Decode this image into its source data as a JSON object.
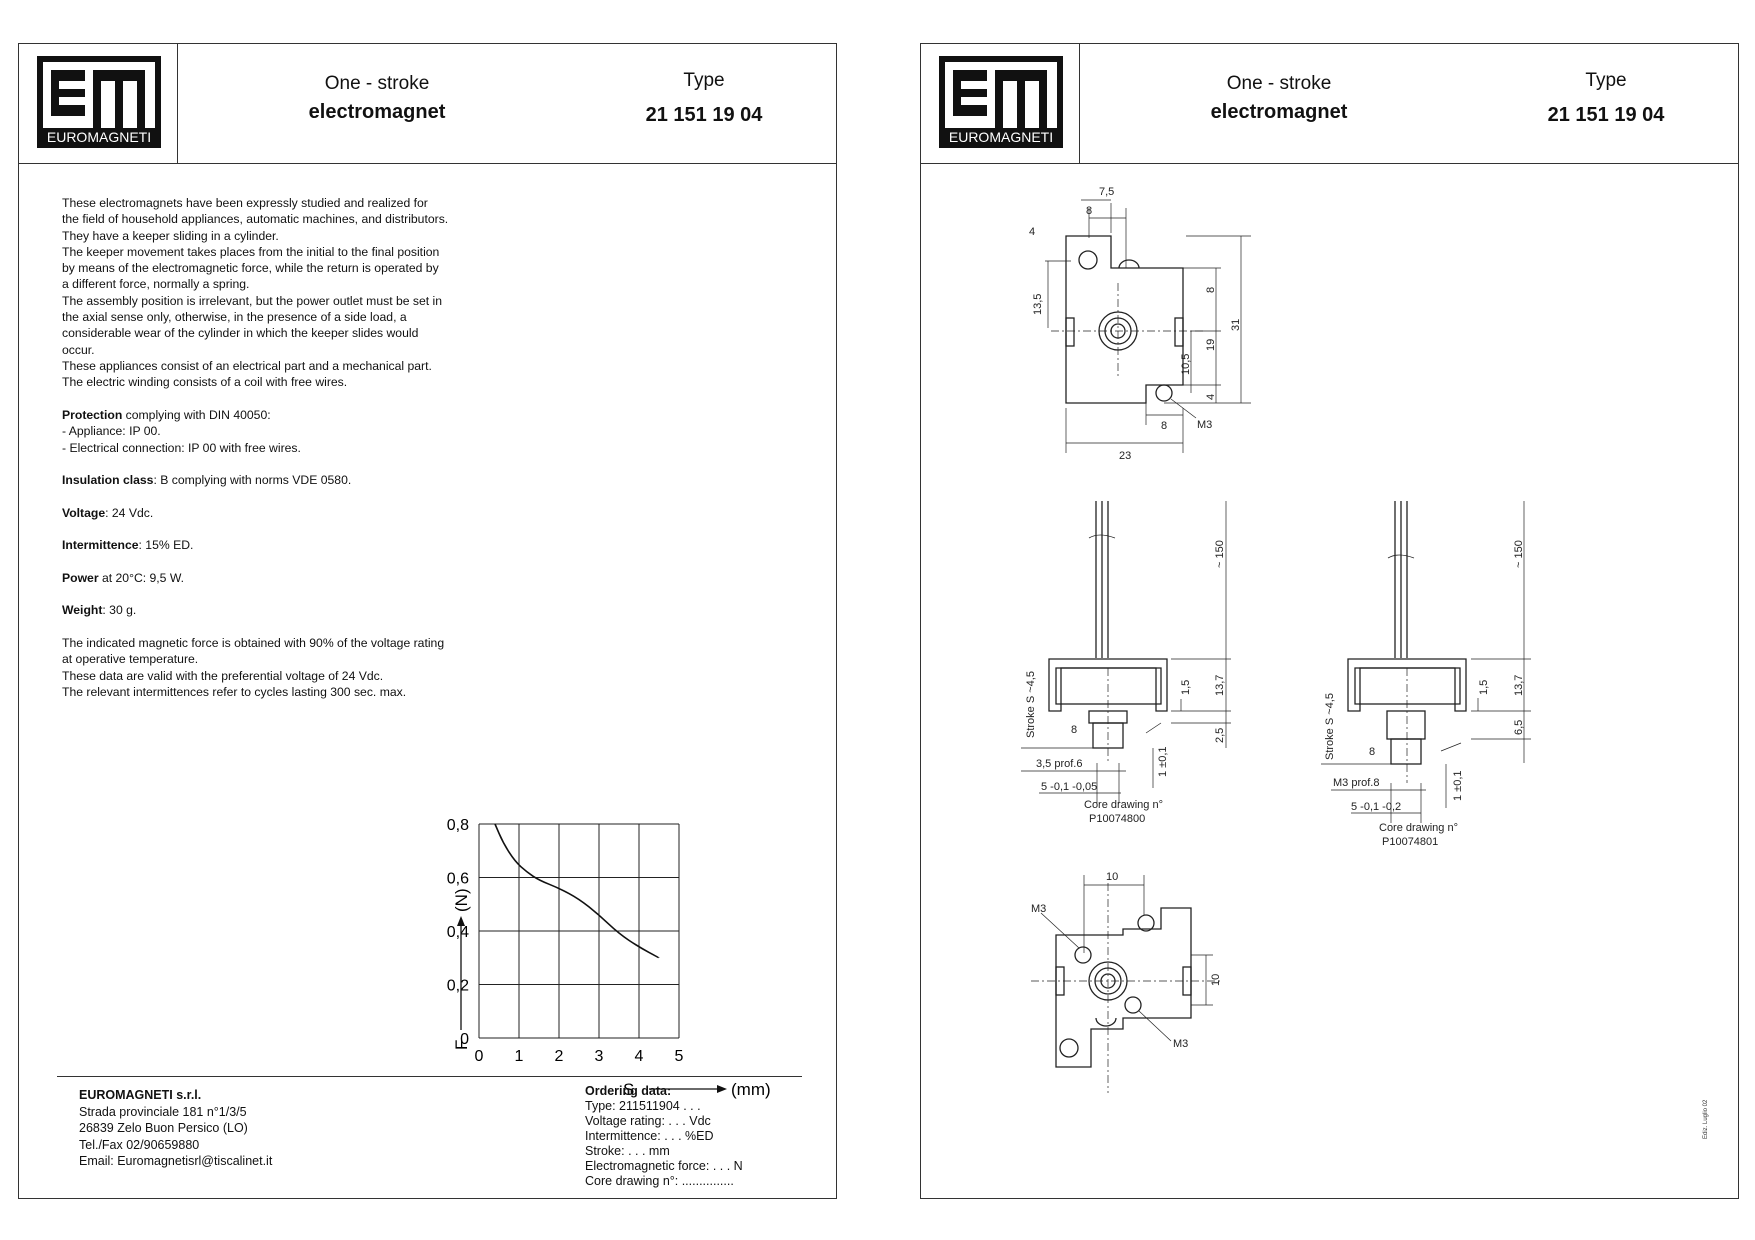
{
  "header": {
    "logo_text": "EUROMAGNETI",
    "title_line1": "One - stroke",
    "title_line2": "electromagnet",
    "type_label": "Type",
    "type_value": "21 151 19 04"
  },
  "description": [
    "These electromagnets have been expressly studied and realized for",
    "the field of household appliances, automatic machines, and distributors.",
    "They have a keeper sliding in a cylinder.",
    "The keeper movement takes places from the initial to the final position",
    "by means of the electromagnetic force, while the return is operated by",
    "a different force, normally a spring.",
    "The assembly position is irrelevant, but the power outlet must be set in",
    "the axial sense only, otherwise, in the presence of a side load, a",
    "considerable wear of the cylinder in which the keeper slides would",
    "occur.",
    "These appliances consist of an electrical part and a mechanical part.",
    "The electric winding consists of a coil with free wires."
  ],
  "specs": {
    "protection_label": "Protection",
    "protection_text": " complying with DIN 40050:",
    "protection_appliance": "- Appliance: IP 00.",
    "protection_connection": "- Electrical connection: IP 00 with free wires.",
    "insulation_label": "Insulation class",
    "insulation_text": ": B complying with norms VDE 0580.",
    "voltage_label": "Voltage",
    "voltage_text": ": 24 Vdc.",
    "intermittence_label": "Intermittence",
    "intermittence_text": ": 15% ED.",
    "power_label": "Power",
    "power_text": " at 20°C: 9,5 W.",
    "weight_label": "Weight",
    "weight_text": ": 30 g.",
    "notes": [
      "The indicated magnetic force is obtained with 90% of the voltage rating",
      "at operative temperature.",
      "These data are valid with the preferential voltage of 24 Vdc.",
      "The relevant intermittences refer to cycles lasting 300 sec. max."
    ]
  },
  "chart_data": {
    "type": "line",
    "ylabel": "F",
    "ylabel_unit": "(N)",
    "xlabel": "S",
    "xlabel_unit": "(mm)",
    "xlim": [
      0,
      5
    ],
    "ylim": [
      0,
      0.8
    ],
    "x_ticks": [
      "0",
      "1",
      "2",
      "3",
      "4",
      "5"
    ],
    "y_ticks": [
      "0",
      "0,2",
      "0,4",
      "0,6",
      "0,8"
    ],
    "grid": true,
    "series": [
      {
        "x": [
          0.4,
          0.6,
          0.9,
          1.2,
          1.5,
          2.0,
          2.5,
          3.0,
          3.5,
          4.0,
          4.5
        ],
        "y": [
          0.8,
          0.73,
          0.66,
          0.62,
          0.59,
          0.56,
          0.52,
          0.46,
          0.39,
          0.34,
          0.3
        ]
      }
    ]
  },
  "company": {
    "name": "EUROMAGNETI s.r.l.",
    "address1": "Strada provinciale 181 n°1/3/5",
    "address2": "26839 Zelo Buon Persico (LO)",
    "phone": "Tel./Fax 02/90659880",
    "email": "Email: Euromagnetisrl@tiscalinet.it"
  },
  "ordering": {
    "heading": "Ordering data:",
    "lines": [
      "Type: 211511904 . . .",
      "Voltage rating: . . . Vdc",
      "Intermittence: . . . %ED",
      "Stroke: . . . mm",
      "Electromagnetic force: . . . N",
      "Core drawing n°: ..............."
    ]
  },
  "drawing": {
    "top": {
      "dims": [
        "7,5",
        "8",
        "4",
        "13,5",
        "8",
        "31",
        "19",
        "10,5",
        "4",
        "8",
        "M3",
        "23"
      ]
    },
    "left": {
      "dims": [
        "~ 150",
        "13,7",
        "1,5",
        "2,5",
        "Stroke S ~4,5",
        "8",
        "3,5 prof.6",
        "1 ±0,1",
        "5 -0,1 -0,05"
      ],
      "core_label": "Core drawing n°",
      "core_number": "P10074800"
    },
    "right": {
      "dims": [
        "~ 150",
        "13,7",
        "1,5",
        "6,5",
        "Stroke S ~4,5",
        "8",
        "M3 prof.8",
        "1 ±0,1",
        "5 -0,1 -0,2"
      ],
      "core_label": "Core drawing n°",
      "core_number": "P10074801"
    },
    "bottom": {
      "dims": [
        "10",
        "M3",
        "10",
        "M3"
      ]
    },
    "revision": "Ediz. Luglio 02"
  }
}
